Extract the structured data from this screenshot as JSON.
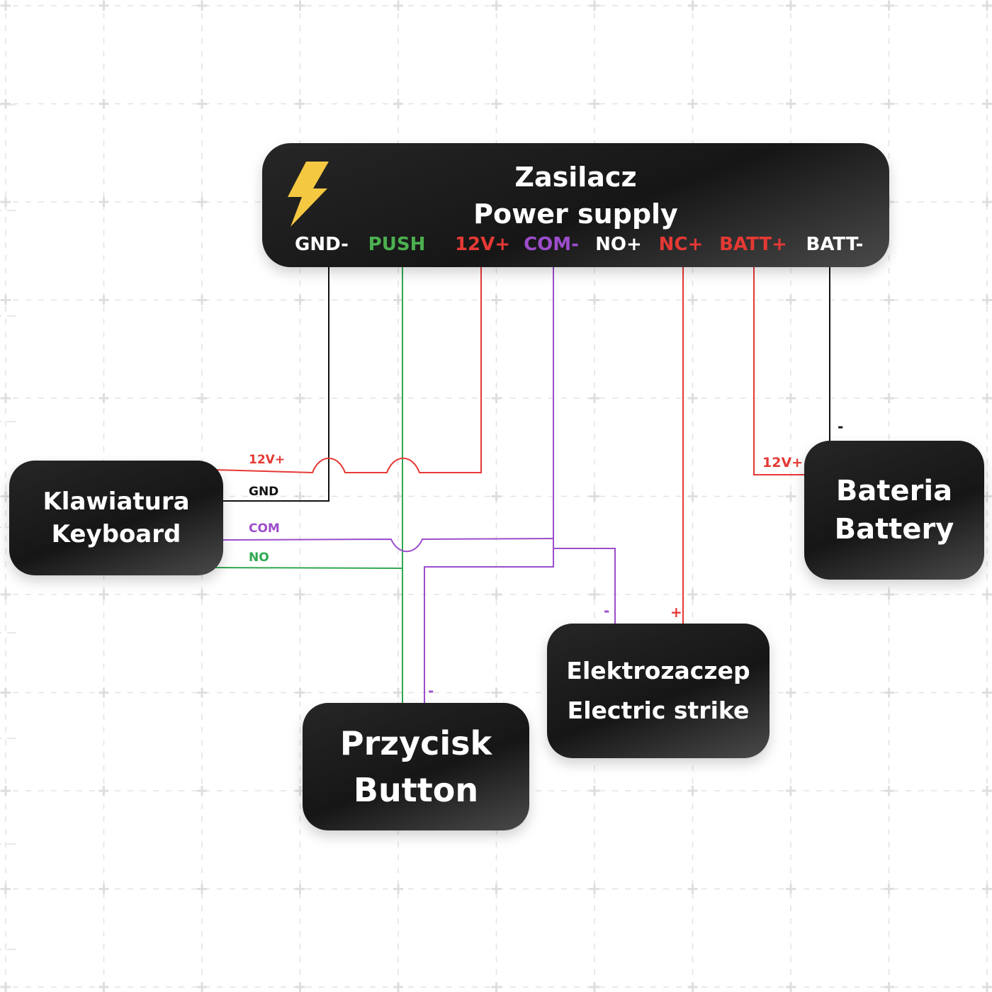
{
  "power_supply": {
    "title_pl": "Zasilacz",
    "title_en": "Power supply",
    "icon": "lightning-bolt-icon",
    "terminals": [
      {
        "label": "GND-",
        "color": "#ffffff"
      },
      {
        "label": "PUSH",
        "color": "#4caf50"
      },
      {
        "label": "12V+",
        "color": "#e53935"
      },
      {
        "label": "COM-",
        "color": "#9c4dcc"
      },
      {
        "label": "NO+",
        "color": "#ffffff"
      },
      {
        "label": "NC+",
        "color": "#e53935"
      },
      {
        "label": "BATT+",
        "color": "#e53935"
      },
      {
        "label": "BATT-",
        "color": "#ffffff"
      }
    ]
  },
  "keyboard": {
    "title_pl": "Klawiatura",
    "title_en": "Keyboard",
    "wires": [
      {
        "label": "12V+",
        "color": "#e53935"
      },
      {
        "label": "GND",
        "color": "#111111"
      },
      {
        "label": "COM",
        "color": "#9c4dcc"
      },
      {
        "label": "NO",
        "color": "#2fa84f"
      }
    ]
  },
  "battery": {
    "title_pl": "Bateria",
    "title_en": "Battery",
    "wire_plus": "12V+",
    "wire_minus": "-"
  },
  "electric_strike": {
    "title_pl": "Elektrozaczep",
    "title_en": "Electric strike",
    "minus": "-",
    "plus": "+"
  },
  "button": {
    "title_pl": "Przycisk",
    "title_en": "Button",
    "minus": "-"
  },
  "colors": {
    "red": "#e53935",
    "green": "#2fa84f",
    "purple": "#9c4dcc",
    "black": "#111111",
    "bolt": "#f5c842"
  }
}
